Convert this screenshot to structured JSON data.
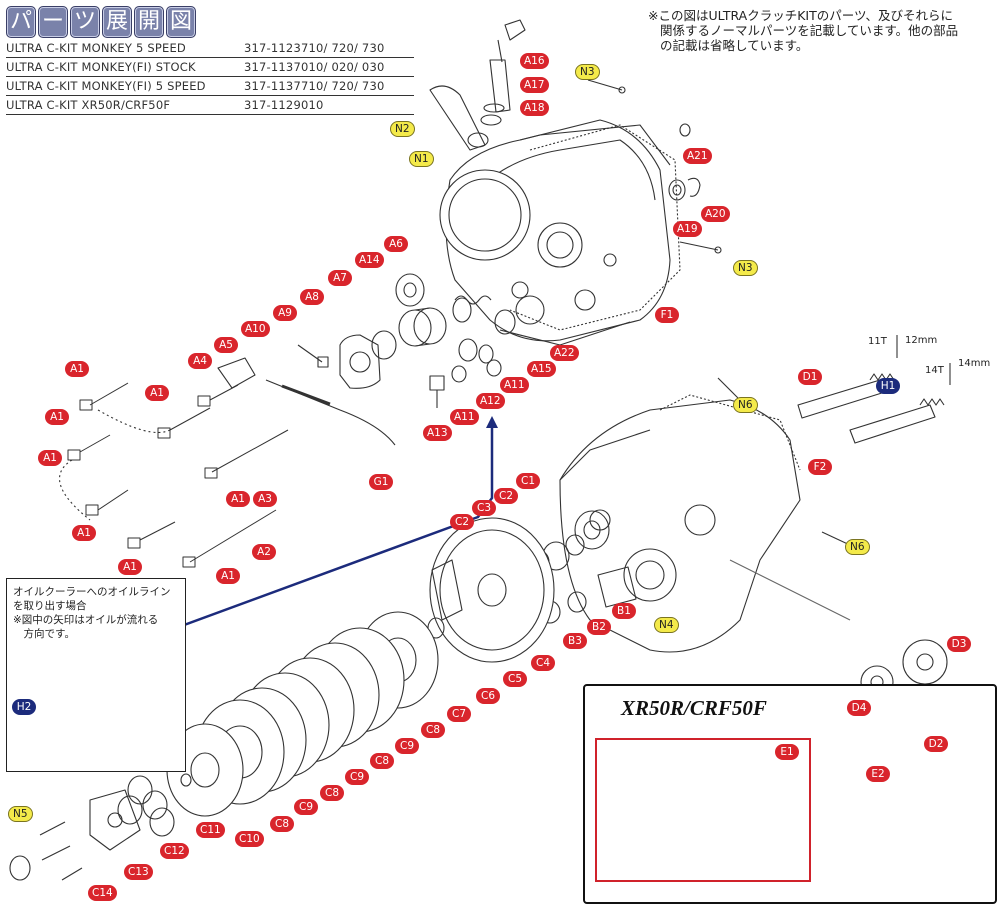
{
  "header": {
    "chars": [
      "パ",
      "ー",
      "ツ",
      "展",
      "開",
      "図"
    ]
  },
  "models": [
    {
      "name": "ULTRA C-KIT MONKEY 5 SPEED",
      "code": "317-1123710/ 720/ 730"
    },
    {
      "name": "ULTRA C-KIT MONKEY(FI) STOCK",
      "code": "317-1137010/ 020/ 030"
    },
    {
      "name": "ULTRA C-KIT MONKEY(FI) 5 SPEED",
      "code": "317-1137710/ 720/ 730"
    },
    {
      "name": "ULTRA C-KIT XR50R/CRF50F",
      "code": "317-1129010"
    }
  ],
  "note": [
    "※この図はULTRAクラッチKITのパーツ、及びそれらに",
    "関係するノーマルパーツを記載しています。他の部品",
    "の記載は省略しています。"
  ],
  "inset": {
    "lines": [
      "オイルクーラーへのオイルライン",
      "を取り出す場合",
      "※図中の矢印はオイルが流れる",
      "　方向です。"
    ]
  },
  "xr_section": {
    "title": "XR50R/CRF50F"
  },
  "dimensions": {
    "d1_teeth": "11T",
    "d1_size": "12mm",
    "h1_teeth": "14T",
    "h1_size": "14mm"
  },
  "labels": [
    {
      "id": "A1"
    },
    {
      "id": "A1"
    },
    {
      "id": "A1"
    },
    {
      "id": "A1"
    },
    {
      "id": "A1"
    },
    {
      "id": "A1"
    },
    {
      "id": "A1"
    },
    {
      "id": "A1"
    },
    {
      "id": "A2"
    },
    {
      "id": "A3"
    },
    {
      "id": "A4"
    },
    {
      "id": "A5"
    },
    {
      "id": "A6"
    },
    {
      "id": "A7"
    },
    {
      "id": "A8"
    },
    {
      "id": "A9"
    },
    {
      "id": "A10"
    },
    {
      "id": "A11"
    },
    {
      "id": "A11"
    },
    {
      "id": "A12"
    },
    {
      "id": "A13"
    },
    {
      "id": "A14"
    },
    {
      "id": "A15"
    },
    {
      "id": "A16"
    },
    {
      "id": "A17"
    },
    {
      "id": "A18"
    },
    {
      "id": "A19"
    },
    {
      "id": "A20"
    },
    {
      "id": "A21"
    },
    {
      "id": "A22"
    },
    {
      "id": "B1"
    },
    {
      "id": "B2"
    },
    {
      "id": "B3"
    },
    {
      "id": "C1"
    },
    {
      "id": "C2"
    },
    {
      "id": "C2"
    },
    {
      "id": "C3"
    },
    {
      "id": "C4"
    },
    {
      "id": "C5"
    },
    {
      "id": "C6"
    },
    {
      "id": "C7"
    },
    {
      "id": "C8"
    },
    {
      "id": "C8"
    },
    {
      "id": "C8"
    },
    {
      "id": "C8"
    },
    {
      "id": "C9"
    },
    {
      "id": "C9"
    },
    {
      "id": "C9"
    },
    {
      "id": "C10"
    },
    {
      "id": "C11"
    },
    {
      "id": "C12"
    },
    {
      "id": "C13"
    },
    {
      "id": "C14"
    },
    {
      "id": "D1"
    },
    {
      "id": "D2"
    },
    {
      "id": "D3"
    },
    {
      "id": "D4"
    },
    {
      "id": "E1"
    },
    {
      "id": "E2"
    },
    {
      "id": "F1"
    },
    {
      "id": "F2"
    },
    {
      "id": "G1"
    },
    {
      "id": "H1"
    },
    {
      "id": "H2"
    },
    {
      "id": "N1"
    },
    {
      "id": "N2"
    },
    {
      "id": "N3"
    },
    {
      "id": "N3"
    },
    {
      "id": "N4"
    },
    {
      "id": "N5"
    },
    {
      "id": "N6"
    },
    {
      "id": "N6"
    }
  ],
  "colors": {
    "callout_red": "#d9252c",
    "callout_yellow": "#f4ea4a",
    "callout_navy": "#1c2b7c",
    "arrow": "#1c2b7c"
  }
}
